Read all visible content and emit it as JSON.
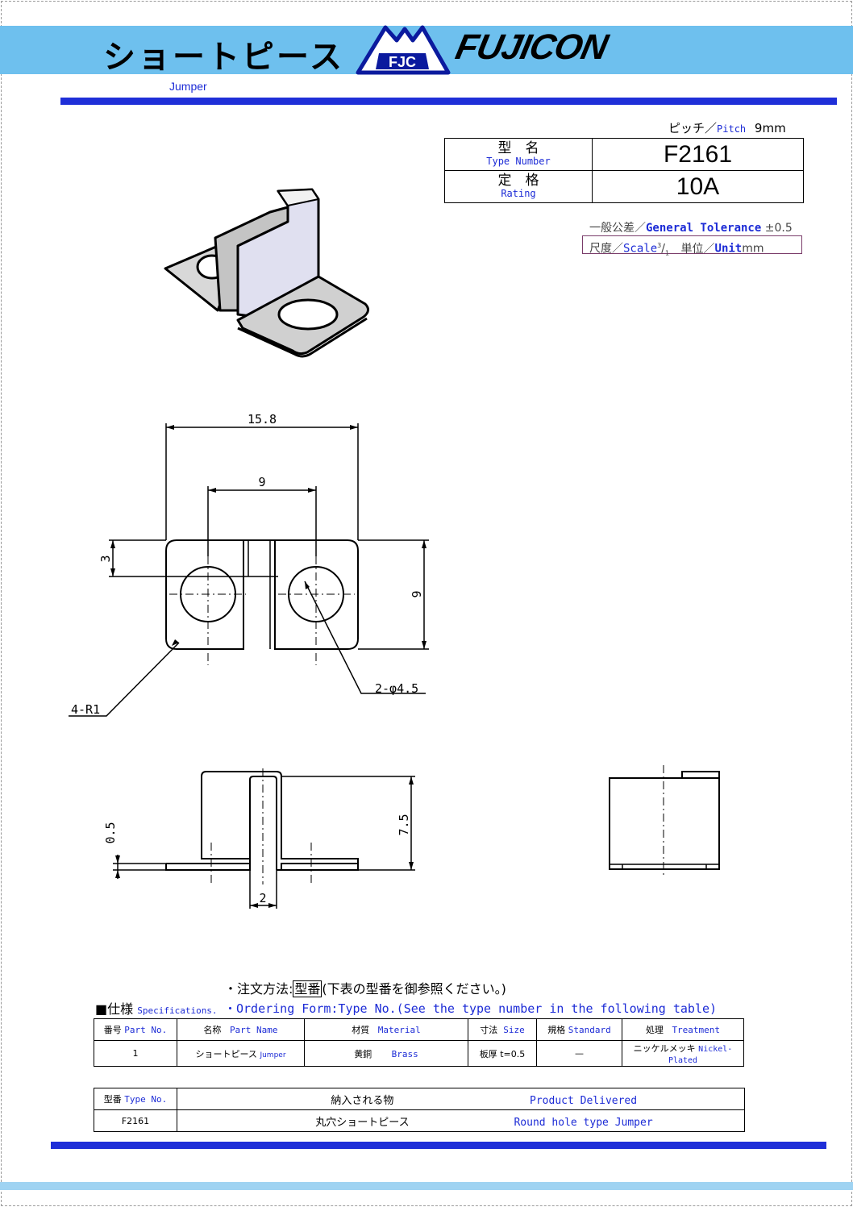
{
  "header": {
    "title_jp": "ショートピース",
    "subtitle": "Jumper",
    "logo_fjc": "FJC",
    "logo_brand": "FUJICON"
  },
  "pitch": {
    "jp": "ピッチ／",
    "en": "Pitch",
    "value": "9mm"
  },
  "type_table": {
    "type_label_jp": "型　名",
    "type_label_en": "Type Number",
    "type_value": "F2161",
    "rating_label_jp": "定　格",
    "rating_label_en": "Rating",
    "rating_value": "10A"
  },
  "tolerance": {
    "jp": "一般公差／",
    "en": "General Tolerance",
    "value": "±0.5"
  },
  "scale": {
    "jp": "尺度／",
    "en": "Scale",
    "num": "3",
    "den": "1",
    "unit_jp": "単位／",
    "unit_en": "Unit",
    "unit_value": "mm"
  },
  "dimensions": {
    "width": "15.8",
    "pitch": "9",
    "edge": "3",
    "height": "9",
    "holes": "2-φ4.5",
    "radius": "4-R1",
    "thickness": "0.5",
    "standoff": "7.5",
    "gap": "2"
  },
  "order": {
    "jp": "・注文方法:",
    "jp_boxed": "型番",
    "jp_rest": "(下表の型番を御参照ください。)",
    "en": "・Ordering Form:Type No.(See the type number in the following table)"
  },
  "spec_heading": {
    "jp": "■仕様",
    "en": "Specifications."
  },
  "spec_table": {
    "headers": [
      {
        "jp": "番号",
        "en": "Part No."
      },
      {
        "jp": "名称",
        "en": "Part Name"
      },
      {
        "jp": "材質",
        "en": "Material"
      },
      {
        "jp": "寸法",
        "en": "Size"
      },
      {
        "jp": "規格",
        "en": "Standard"
      },
      {
        "jp": "処理",
        "en": "Treatment"
      }
    ],
    "row": [
      {
        "jp": "1",
        "en": ""
      },
      {
        "jp": "ショートピース",
        "en": "Jumper"
      },
      {
        "jp": "黄銅",
        "en": "Brass"
      },
      {
        "jp": "板厚 t=0.5",
        "en": ""
      },
      {
        "jp": "—",
        "en": ""
      },
      {
        "jp": "ニッケルメッキ",
        "en": "Nickel-Plated"
      }
    ]
  },
  "delivery_table": {
    "header_type_jp": "型番",
    "header_type_en": "Type No.",
    "header_product_jp": "納入される物",
    "header_product_en": "Product Delivered",
    "type_value": "F2161",
    "product_jp": "丸穴ショートピース",
    "product_en": "Round hole type Jumper"
  },
  "colors": {
    "accent": "#1f2fd8",
    "band": "#6ec0ee",
    "label_blue": "#1c2bd6"
  }
}
